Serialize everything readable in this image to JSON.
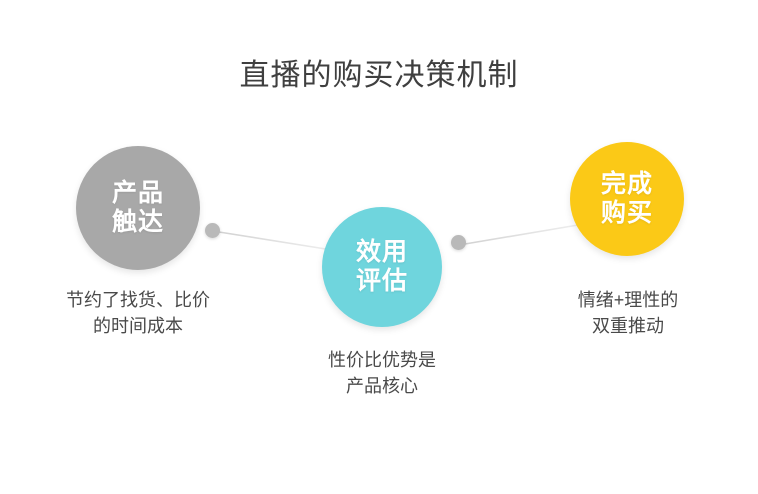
{
  "title": "直播的购买决策机制",
  "theme": {
    "background": "#ffffff",
    "title_color": "#3f3f3f",
    "caption_color": "#4a4a4a",
    "connector_color": "#d8d8d8",
    "dot_color": "#b9b9b9"
  },
  "nodes": [
    {
      "id": "product-reach",
      "circle_label": "产品\n触达",
      "color": "#a8a8a8",
      "caption": "节约了找货、比价\n的时间成本"
    },
    {
      "id": "utility-evaluation",
      "circle_label": "效用\n评估",
      "color": "#6fd5dd",
      "caption": "性价比优势是\n产品核心"
    },
    {
      "id": "complete-purchase",
      "circle_label": "完成\n购买",
      "color": "#fbc917",
      "caption": "情绪+理性的\n双重推动"
    }
  ],
  "connectors": [
    {
      "id": "connector-1",
      "from": "product-reach",
      "to": "utility-evaluation"
    },
    {
      "id": "connector-2",
      "from": "utility-evaluation",
      "to": "complete-purchase"
    }
  ]
}
